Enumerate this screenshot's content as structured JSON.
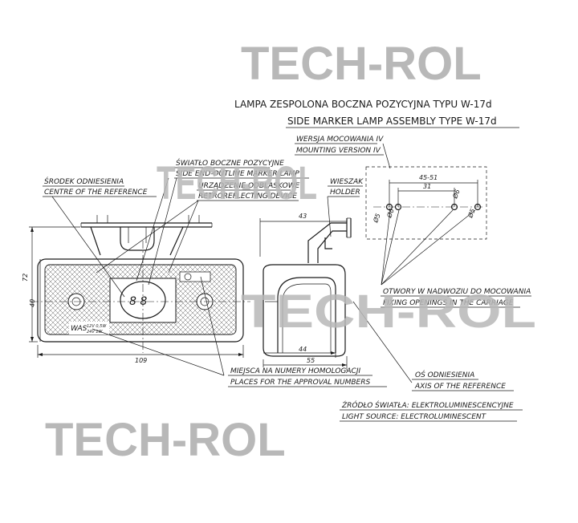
{
  "watermark": {
    "text": "TECH-ROL",
    "color": "#b8b8b8"
  },
  "title": {
    "line_pl": "LAMPA ZESPOLONA BOCZNA POZYCYJNA TYPU W-17d",
    "line_en": "SIDE MARKER LAMP ASSEMBLY TYPE W-17d"
  },
  "labels": {
    "mounting_pl": "WERSJA MOCOWANIA IV",
    "mounting_en": "MOUNTING VERSION IV",
    "side_light_pl": "ŚWIATŁO BOCZNE POZYCYJNE",
    "side_light_en": "SIDE END-OUTLINE MARKER LAMP",
    "reflector_pl": "URZĄDZENIE ODBLASKOWE",
    "reflector_en": "RETROREFLECTING DEVICE",
    "centre_pl": "ŚRODEK ODNIESIENIA",
    "centre_en": "CENTRE OF THE REFERENCE",
    "holder_pl": "WIESZAK",
    "holder_en": "HOLDER",
    "openings_pl": "OTWORY W NADWOZIU DO MOCOWANIA",
    "openings_en": "FIXING OPENINGS IN THE CARRIAGE",
    "approval_pl": "MIEJSCA NA NUMERY HOMOLOGACJI",
    "approval_en": "PLACES FOR THE APPROVAL NUMBERS",
    "axis_pl": "OŚ ODNIESIENIA",
    "axis_en": "AXIS OF THE REFERENCE",
    "source_pl": "ŹRÓDŁO ŚWIATŁA: ELEKTROLUMINESCENCYJNE",
    "source_en": "LIGHT SOURCE: ELECTROLUMINESCENT"
  },
  "dimensions": {
    "height_72": "72",
    "height_40": "40",
    "width_109": "109",
    "holder_43": "43",
    "depth_44": "44",
    "depth_55": "55",
    "hole_span": "45-51",
    "hole_31": "31",
    "hole_d5": "Ø5",
    "hole_d6": "Ø6"
  },
  "lamp_marks": {
    "brand": "WAS",
    "rating_a": "12V 0,5W",
    "rating_b": "24V 1W",
    "glyph": "8 8"
  }
}
